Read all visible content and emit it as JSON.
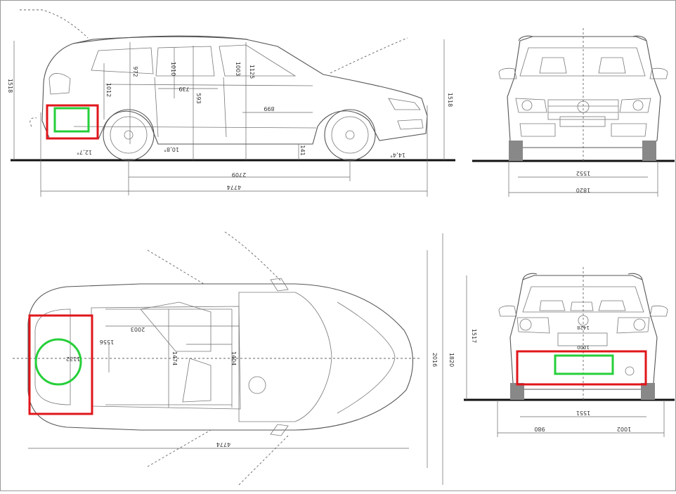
{
  "dimensions": {
    "side": {
      "overall_length": "4774",
      "wheelbase": "2709",
      "overall_height": "1518",
      "rear_overhang_angle": "12,7°",
      "front_overhang_angle": "14,4°",
      "ramp_angle": "10,8°",
      "ground_clearance": "141",
      "rear_headroom": "972",
      "front_headroom": "1010",
      "cabin_height": "1003",
      "seat_height": "593",
      "front_seat_height": "1125",
      "interior_length": "899",
      "load_height": "739",
      "rear_seat": "1012"
    },
    "front": {
      "track": "1552",
      "width": "1820"
    },
    "top": {
      "overall_length": "4774",
      "interior_length": "2003",
      "load_width": "1556",
      "width_1": "1132",
      "width_2": "1474",
      "width_3": "1404",
      "width_mirrors": "2016",
      "width_overall": "1820"
    },
    "rear": {
      "badge": "1428",
      "plate_width": "1000",
      "track": "1551",
      "height": "1517",
      "left_half": "980",
      "right_half": "1002"
    }
  },
  "highlight_colors": {
    "red": "#e0161b",
    "green": "#26cf3a"
  }
}
